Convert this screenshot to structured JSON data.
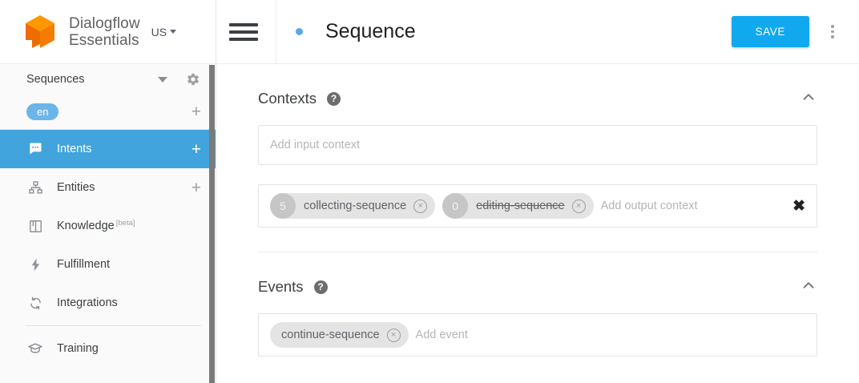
{
  "sidebar": {
    "logo": {
      "line1": "Dialogflow",
      "line2": "Essentials",
      "icon": "dialogflow-cube-logo"
    },
    "region": {
      "label": "US",
      "icon": "chevron-down-icon"
    },
    "agent": {
      "name": "Sequences",
      "caret_icon": "caret-down-icon",
      "settings_icon": "gear-icon"
    },
    "language": {
      "code": "en",
      "add_icon": "plus-icon"
    },
    "items": [
      {
        "label": "Intents",
        "icon": "intents-chat-icon",
        "active": true,
        "add": "+"
      },
      {
        "label": "Entities",
        "icon": "entities-hierarchy-icon",
        "active": false,
        "add": "+"
      },
      {
        "label": "Knowledge",
        "badge": "[beta]",
        "icon": "knowledge-book-icon",
        "active": false
      },
      {
        "label": "Fulfillment",
        "icon": "fulfillment-bolt-icon",
        "active": false
      },
      {
        "label": "Integrations",
        "icon": "integrations-refresh-icon",
        "active": false
      },
      {
        "label": "Training",
        "icon": "training-cap-icon",
        "active": false
      }
    ]
  },
  "topbar": {
    "menu_icon": "hamburger-menu-icon",
    "status_dot": "blue-status-dot",
    "title": "Sequence",
    "save_label": "SAVE",
    "more_icon": "kebab-menu-icon"
  },
  "contexts": {
    "title": "Contexts",
    "help_icon": "help-icon",
    "collapse_icon": "chevron-up-icon",
    "input_placeholder": "Add input context",
    "output_placeholder": "Add output context",
    "clear_label": "✖",
    "output_chips": [
      {
        "lifespan": "5",
        "name": "collecting-sequence",
        "struck": false,
        "remove": "×"
      },
      {
        "lifespan": "0",
        "name": "editing-sequence",
        "struck": true,
        "remove": "×"
      }
    ]
  },
  "events": {
    "title": "Events",
    "help_icon": "help-icon",
    "collapse_icon": "chevron-up-icon",
    "placeholder": "Add event",
    "chips": [
      {
        "name": "continue-sequence",
        "remove": "×"
      }
    ]
  },
  "colors": {
    "accent_blue": "#41a4dd",
    "save_blue": "#10a9f0",
    "lang_pill": "#6cb5e8",
    "logo_orange_light": "#ff9800",
    "logo_orange_dark": "#ef6c00"
  }
}
